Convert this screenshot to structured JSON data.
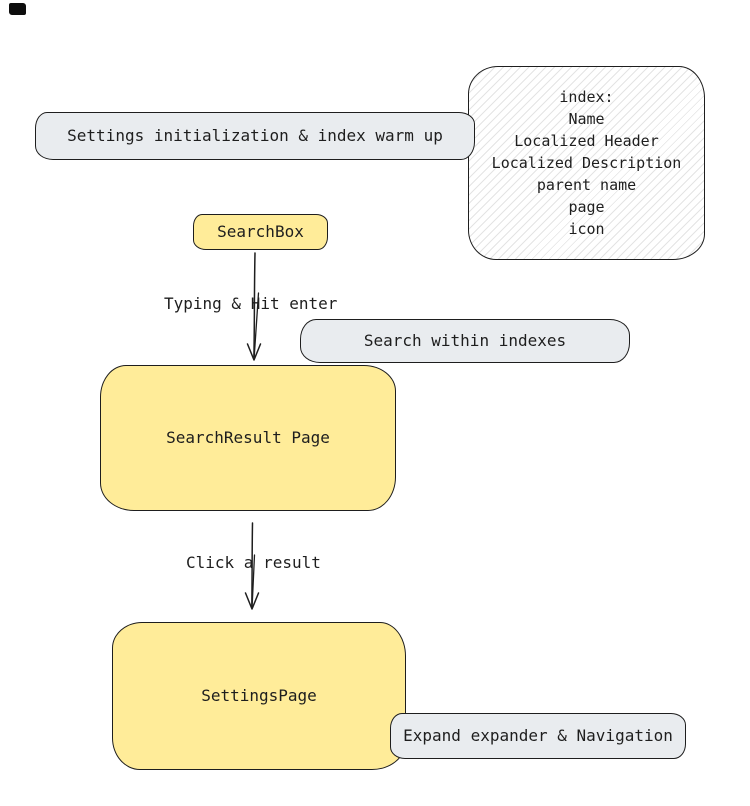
{
  "diagram": {
    "nodes": {
      "init": "Settings initialization & index warm up",
      "searchbox": "SearchBox",
      "search_within": "Search within indexes",
      "search_result": "SearchResult Page",
      "settings_page": "SettingsPage",
      "expand_nav": "Expand expander & Navigation"
    },
    "note": {
      "lines": [
        "index:",
        "Name",
        "Localized Header",
        "Localized Description",
        "parent name",
        "page",
        "icon"
      ]
    },
    "edge_labels": {
      "typing": "Typing & Hit enter",
      "click": "Click a result"
    },
    "colors": {
      "yellow_fill": "#FFEC99",
      "gray_fill": "#E9ECEF",
      "stroke": "#1E1E1E",
      "note_fill": "#FFFFFF"
    }
  }
}
